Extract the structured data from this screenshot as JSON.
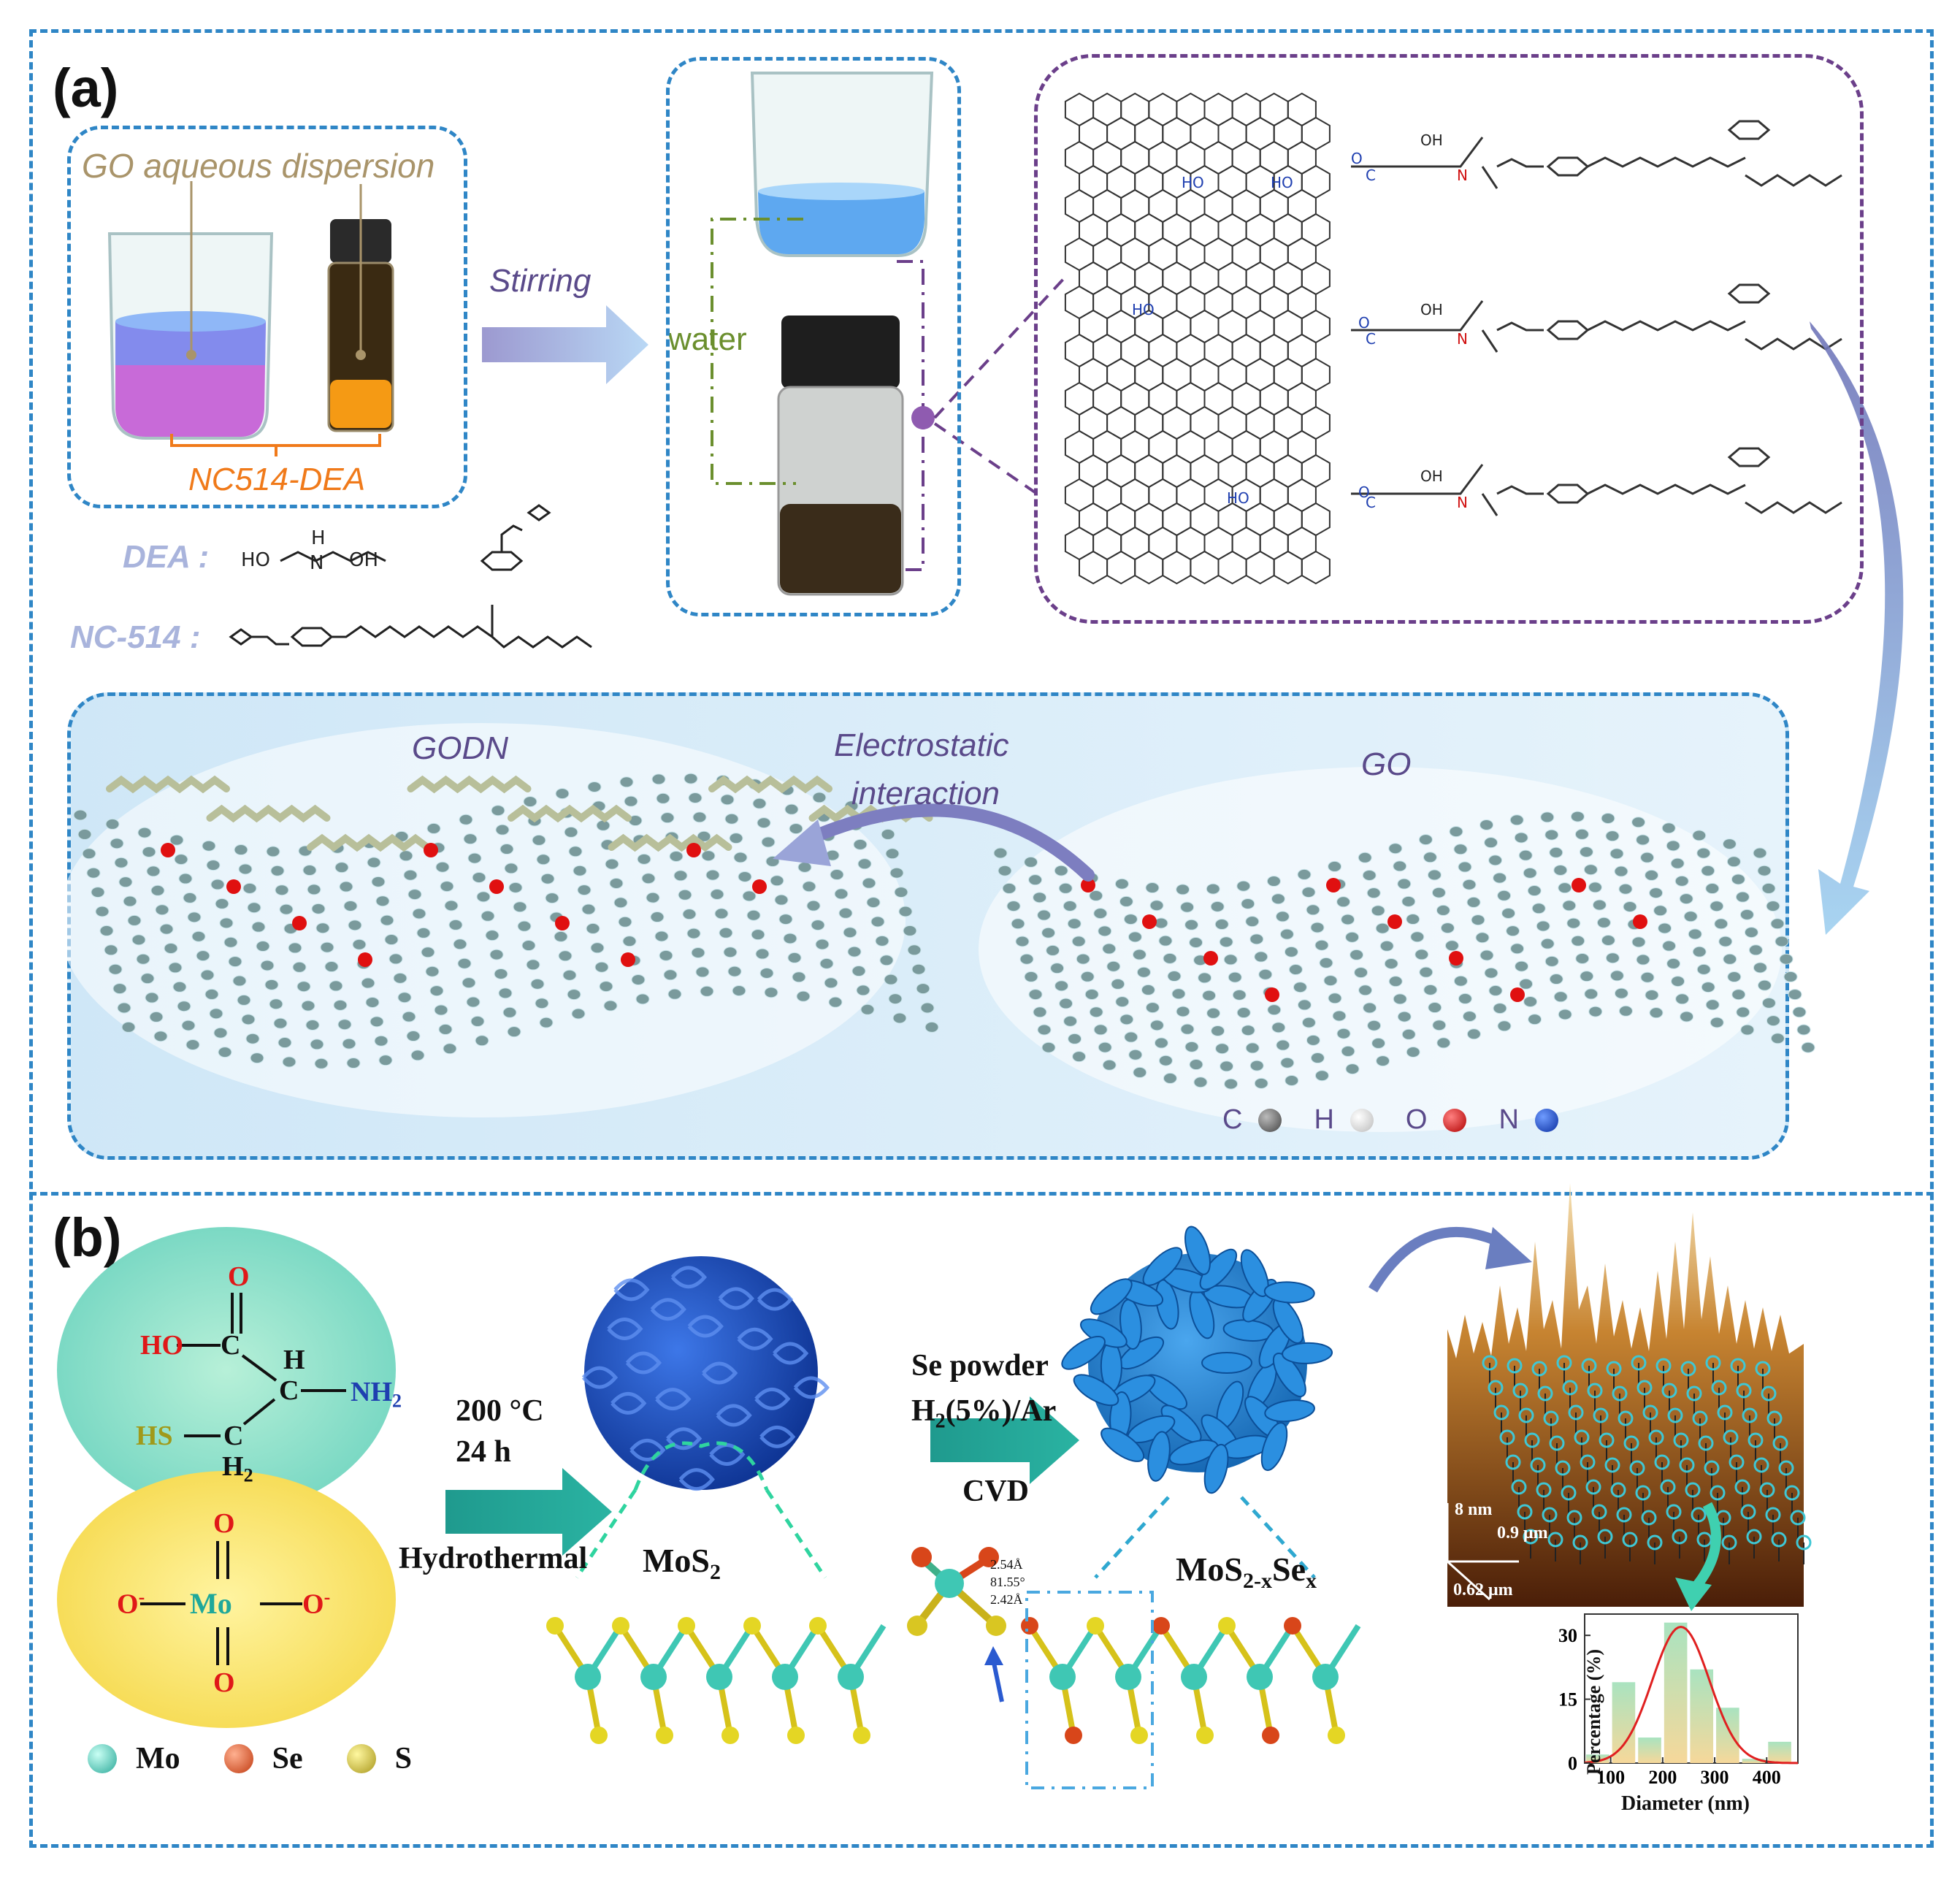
{
  "panels": {
    "a_label": "(a)",
    "b_label": "(b)"
  },
  "panel_a": {
    "go_dispersion_label": "GO aqueous dispersion",
    "nc514_dea_label": "NC514-DEA",
    "stirring_label": "Stirring",
    "water_label": "water",
    "dea_label": "DEA :",
    "dea_formula": [
      "HO",
      "N",
      "H",
      "OH"
    ],
    "nc514_label": "NC-514 :",
    "godn_label": "GODN",
    "go_label": "GO",
    "electrostatic_label": "Electrostatic",
    "interaction_label": "interaction",
    "group_labels": {
      "ho": "HO",
      "o": "O",
      "c": "C",
      "n": "N",
      "h": "H",
      "oh": "OH"
    },
    "legend": [
      {
        "symbol": "C",
        "color": "#6f6f6f"
      },
      {
        "symbol": "H",
        "color": "#f2f2f2"
      },
      {
        "symbol": "O",
        "color": "#e01010"
      },
      {
        "symbol": "N",
        "color": "#1040d0"
      }
    ]
  },
  "panel_b": {
    "ho": "HO",
    "c1": "C",
    "c2": "C",
    "c3": "C",
    "h_single": "H",
    "nh2": "NH",
    "nh2_sub": "2",
    "hs": "HS",
    "h2": "H",
    "h2_sub": "2",
    "o_top": "O",
    "o_double": "O",
    "mo": "Mo",
    "o_minus_left": "O",
    "o_minus_right": "O",
    "o_bottom": "O",
    "minus": "-",
    "temperature": "200 °C",
    "time": "24 h",
    "hydrothermal": "Hydrothermal",
    "mos2_label": "MoS",
    "mos2_sub": "2",
    "se_powder": "Se powder",
    "h2_ar": "H",
    "h2_ar_sub": "2",
    "h2_ar_rest": "(5%)/Ar",
    "cvd": "CVD",
    "mosse_label_a": "MoS",
    "mosse_sub1": "2-x",
    "mosse_label_b": "Se",
    "mosse_sub2": "x",
    "bond_length_1": "2.54Å",
    "bond_angle": "81.55°",
    "bond_length_2": "2.42Å",
    "afm_z": "8 nm",
    "afm_x": "0.9 μm",
    "afm_y": "0.62 μm",
    "legend": [
      {
        "symbol": "Mo",
        "color": "#3fc7b4"
      },
      {
        "symbol": "Se",
        "color": "#d8461a"
      },
      {
        "symbol": "S",
        "color": "#c9b21b"
      }
    ]
  },
  "chart_data": {
    "type": "bar",
    "xlabel": "Diameter (nm)",
    "ylabel": "Percentage (%)",
    "xlim": [
      50,
      460
    ],
    "ylim": [
      0,
      35
    ],
    "x_ticks": [
      100,
      200,
      300,
      400
    ],
    "y_ticks": [
      0,
      15,
      30
    ],
    "bin_width": 50,
    "x": [
      75,
      125,
      175,
      225,
      275,
      325,
      375,
      425
    ],
    "values": [
      2,
      19,
      6,
      33,
      22,
      13,
      1,
      5
    ],
    "fit": {
      "type": "gaussian",
      "center": 235,
      "sigma": 55,
      "peak": 32
    }
  }
}
